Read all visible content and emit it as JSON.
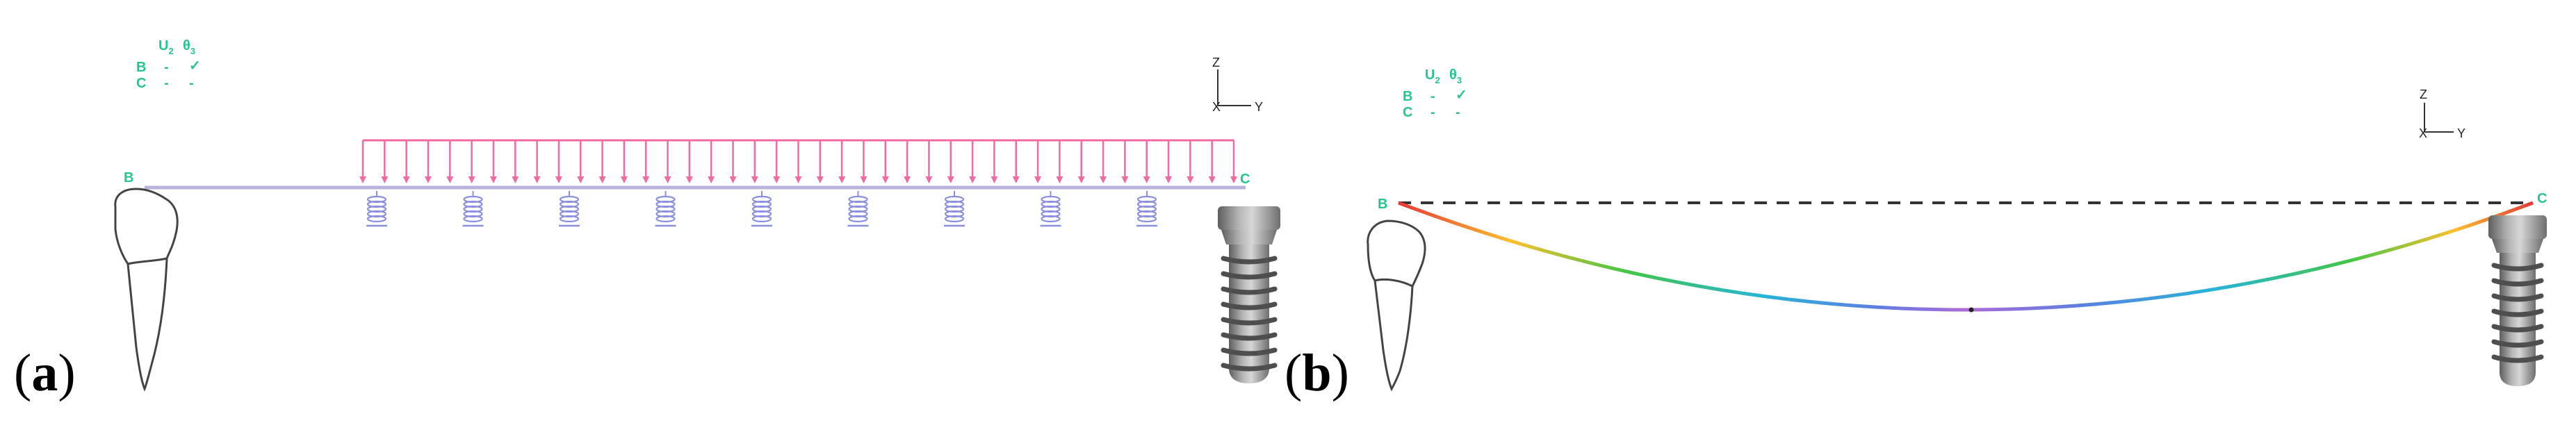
{
  "colors": {
    "accent_green": "#26c48e",
    "load_pink": "#f06aa4",
    "spring_blue": "#8c8fe0",
    "beam_lavender": "#b9b4dc",
    "dashed_line": "#333333",
    "implant_gray": "#8a8a8a",
    "tooth_outline": "#444444"
  },
  "panel_a": {
    "label_open": "(",
    "label_letter": "a",
    "label_close": ")",
    "dof_table": {
      "col1": "U",
      "col1_sub": "2",
      "col2": "θ",
      "col2_sub": "3",
      "row_b": "B",
      "row_c": "C",
      "mark_dash": "-",
      "mark_check": "✓"
    },
    "node_b": "B",
    "node_c": "C",
    "axis_z": "Z",
    "axis_y": "Y",
    "axis_x": "X",
    "load_arrow_count": 41,
    "spring_count": 9,
    "icons": [
      "tooth-icon",
      "implant-icon",
      "distributed-load-icon",
      "spring-icon",
      "coordinate-triad-icon"
    ]
  },
  "panel_b": {
    "label_open": "(",
    "label_letter": "b",
    "label_close": ")",
    "dof_table": {
      "col1": "U",
      "col1_sub": "2",
      "col2": "θ",
      "col2_sub": "3",
      "row_b": "B",
      "row_c": "C",
      "mark_dash": "-",
      "mark_check": "✓"
    },
    "node_b": "B",
    "node_c": "C",
    "axis_z": "Z",
    "axis_y": "Y",
    "axis_x": "X",
    "deflection_gradient": [
      "#e53935",
      "#fbc02d",
      "#43c643",
      "#26b5d8",
      "#5c7fe0",
      "#b06ad8",
      "#5c7fe0",
      "#26b5d8",
      "#43c643",
      "#fbc02d",
      "#e53935"
    ],
    "icons": [
      "tooth-icon",
      "implant-icon",
      "deflected-beam-icon",
      "coordinate-triad-icon"
    ]
  }
}
